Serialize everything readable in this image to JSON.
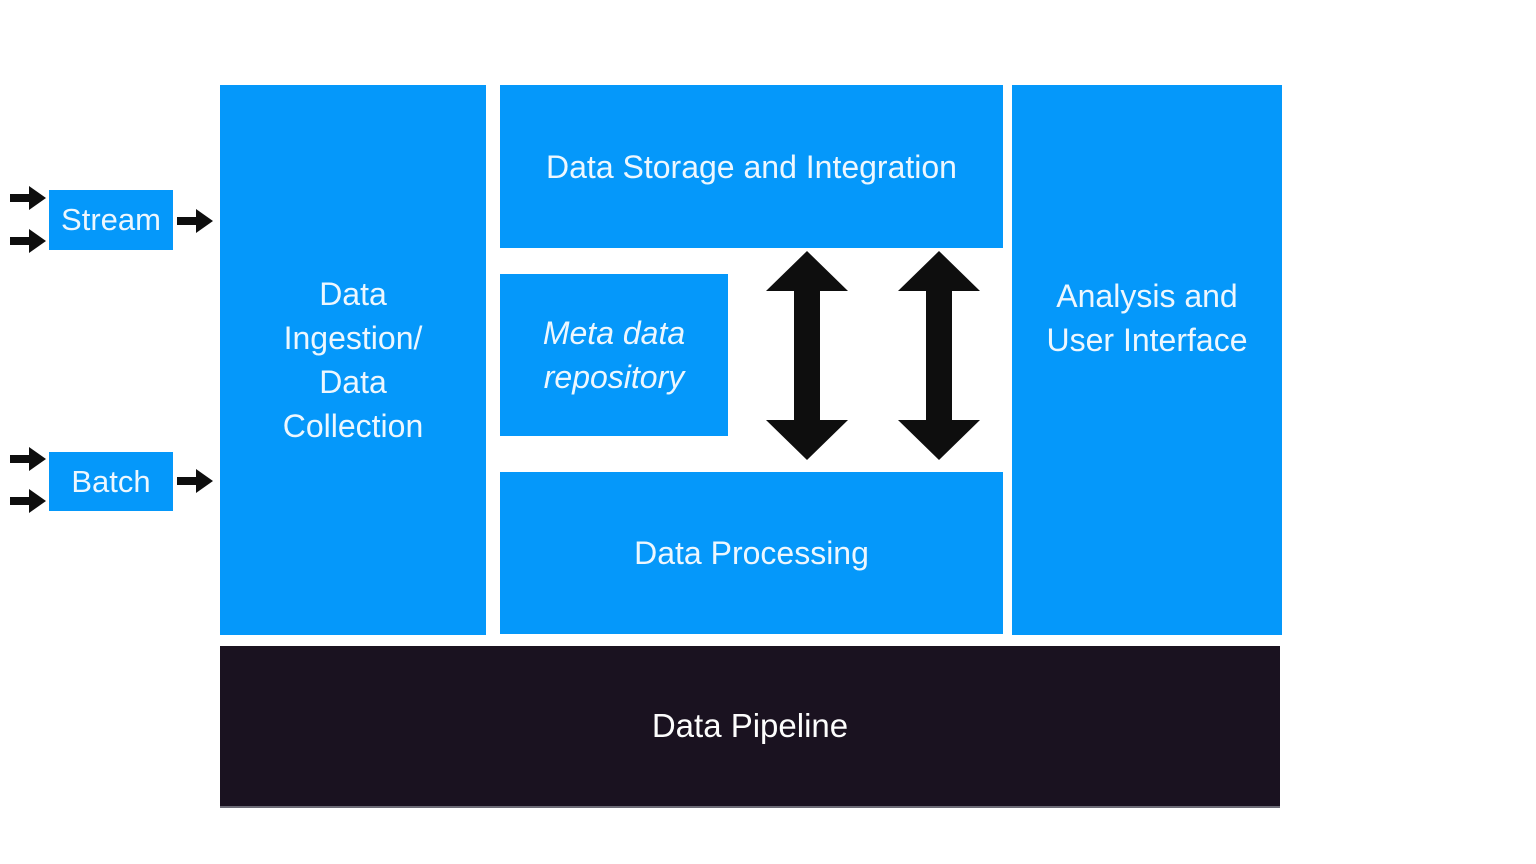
{
  "diagram": {
    "title": "Data Pipeline architecture diagram",
    "inputs": [
      {
        "label": "Stream"
      },
      {
        "label": "Batch"
      }
    ],
    "nodes": {
      "ingestion": {
        "label": "Data\nIngestion/\nData\nCollection"
      },
      "storage": {
        "label": "Data Storage and Integration"
      },
      "meta": {
        "label": "Meta data\nrepository"
      },
      "processing": {
        "label": "Data Processing"
      },
      "analysis": {
        "label": "Analysis and\nUser Interface"
      },
      "pipeline": {
        "label": "Data Pipeline"
      }
    },
    "icons": {
      "input_arrows": "arrow-right-icon",
      "sync_arrows": "double-arrow-vertical-icon"
    }
  },
  "colors": {
    "accent-blue": "#0598fa",
    "bar-black": "#1a1220",
    "arrow-black": "#0e0e0e",
    "box-text": "#edf7fe",
    "bar-text": "#fdfdfd",
    "background": "#ffffff"
  }
}
